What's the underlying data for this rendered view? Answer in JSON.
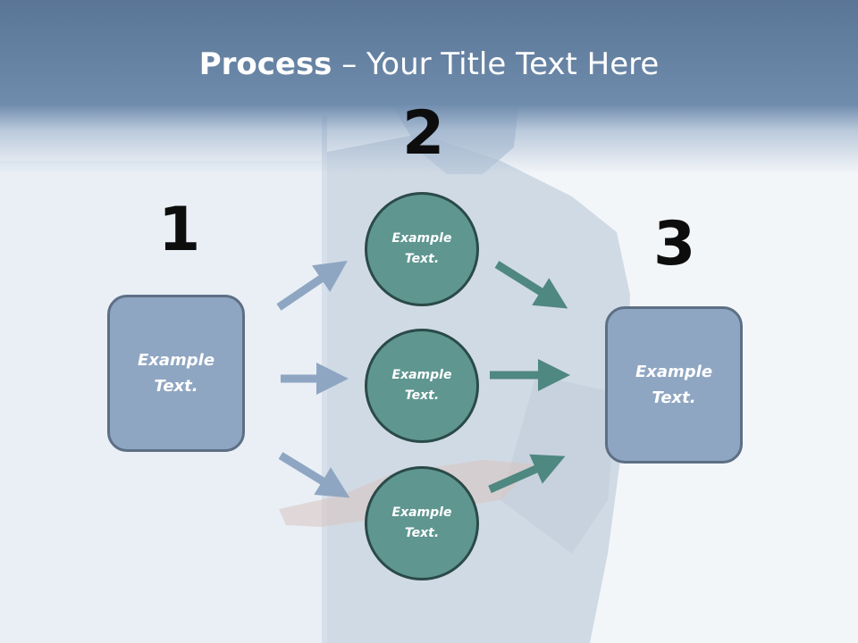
{
  "title": {
    "bold": "Process",
    "rest": " – Your Title Text Here"
  },
  "steps": {
    "one": "1",
    "two": "2",
    "three": "3"
  },
  "left_box": {
    "text": "Example Text."
  },
  "right_box": {
    "text": "Example Text."
  },
  "circles": [
    {
      "text": "Example Text."
    },
    {
      "text": "Example Text."
    },
    {
      "text": "Example Text."
    }
  ],
  "colors": {
    "header": "#6f8cad",
    "box_fill": "#8fa6c2",
    "circle_fill": "#5f9690",
    "arrow_blue": "#8fa6c2",
    "arrow_teal": "#4f8781"
  }
}
